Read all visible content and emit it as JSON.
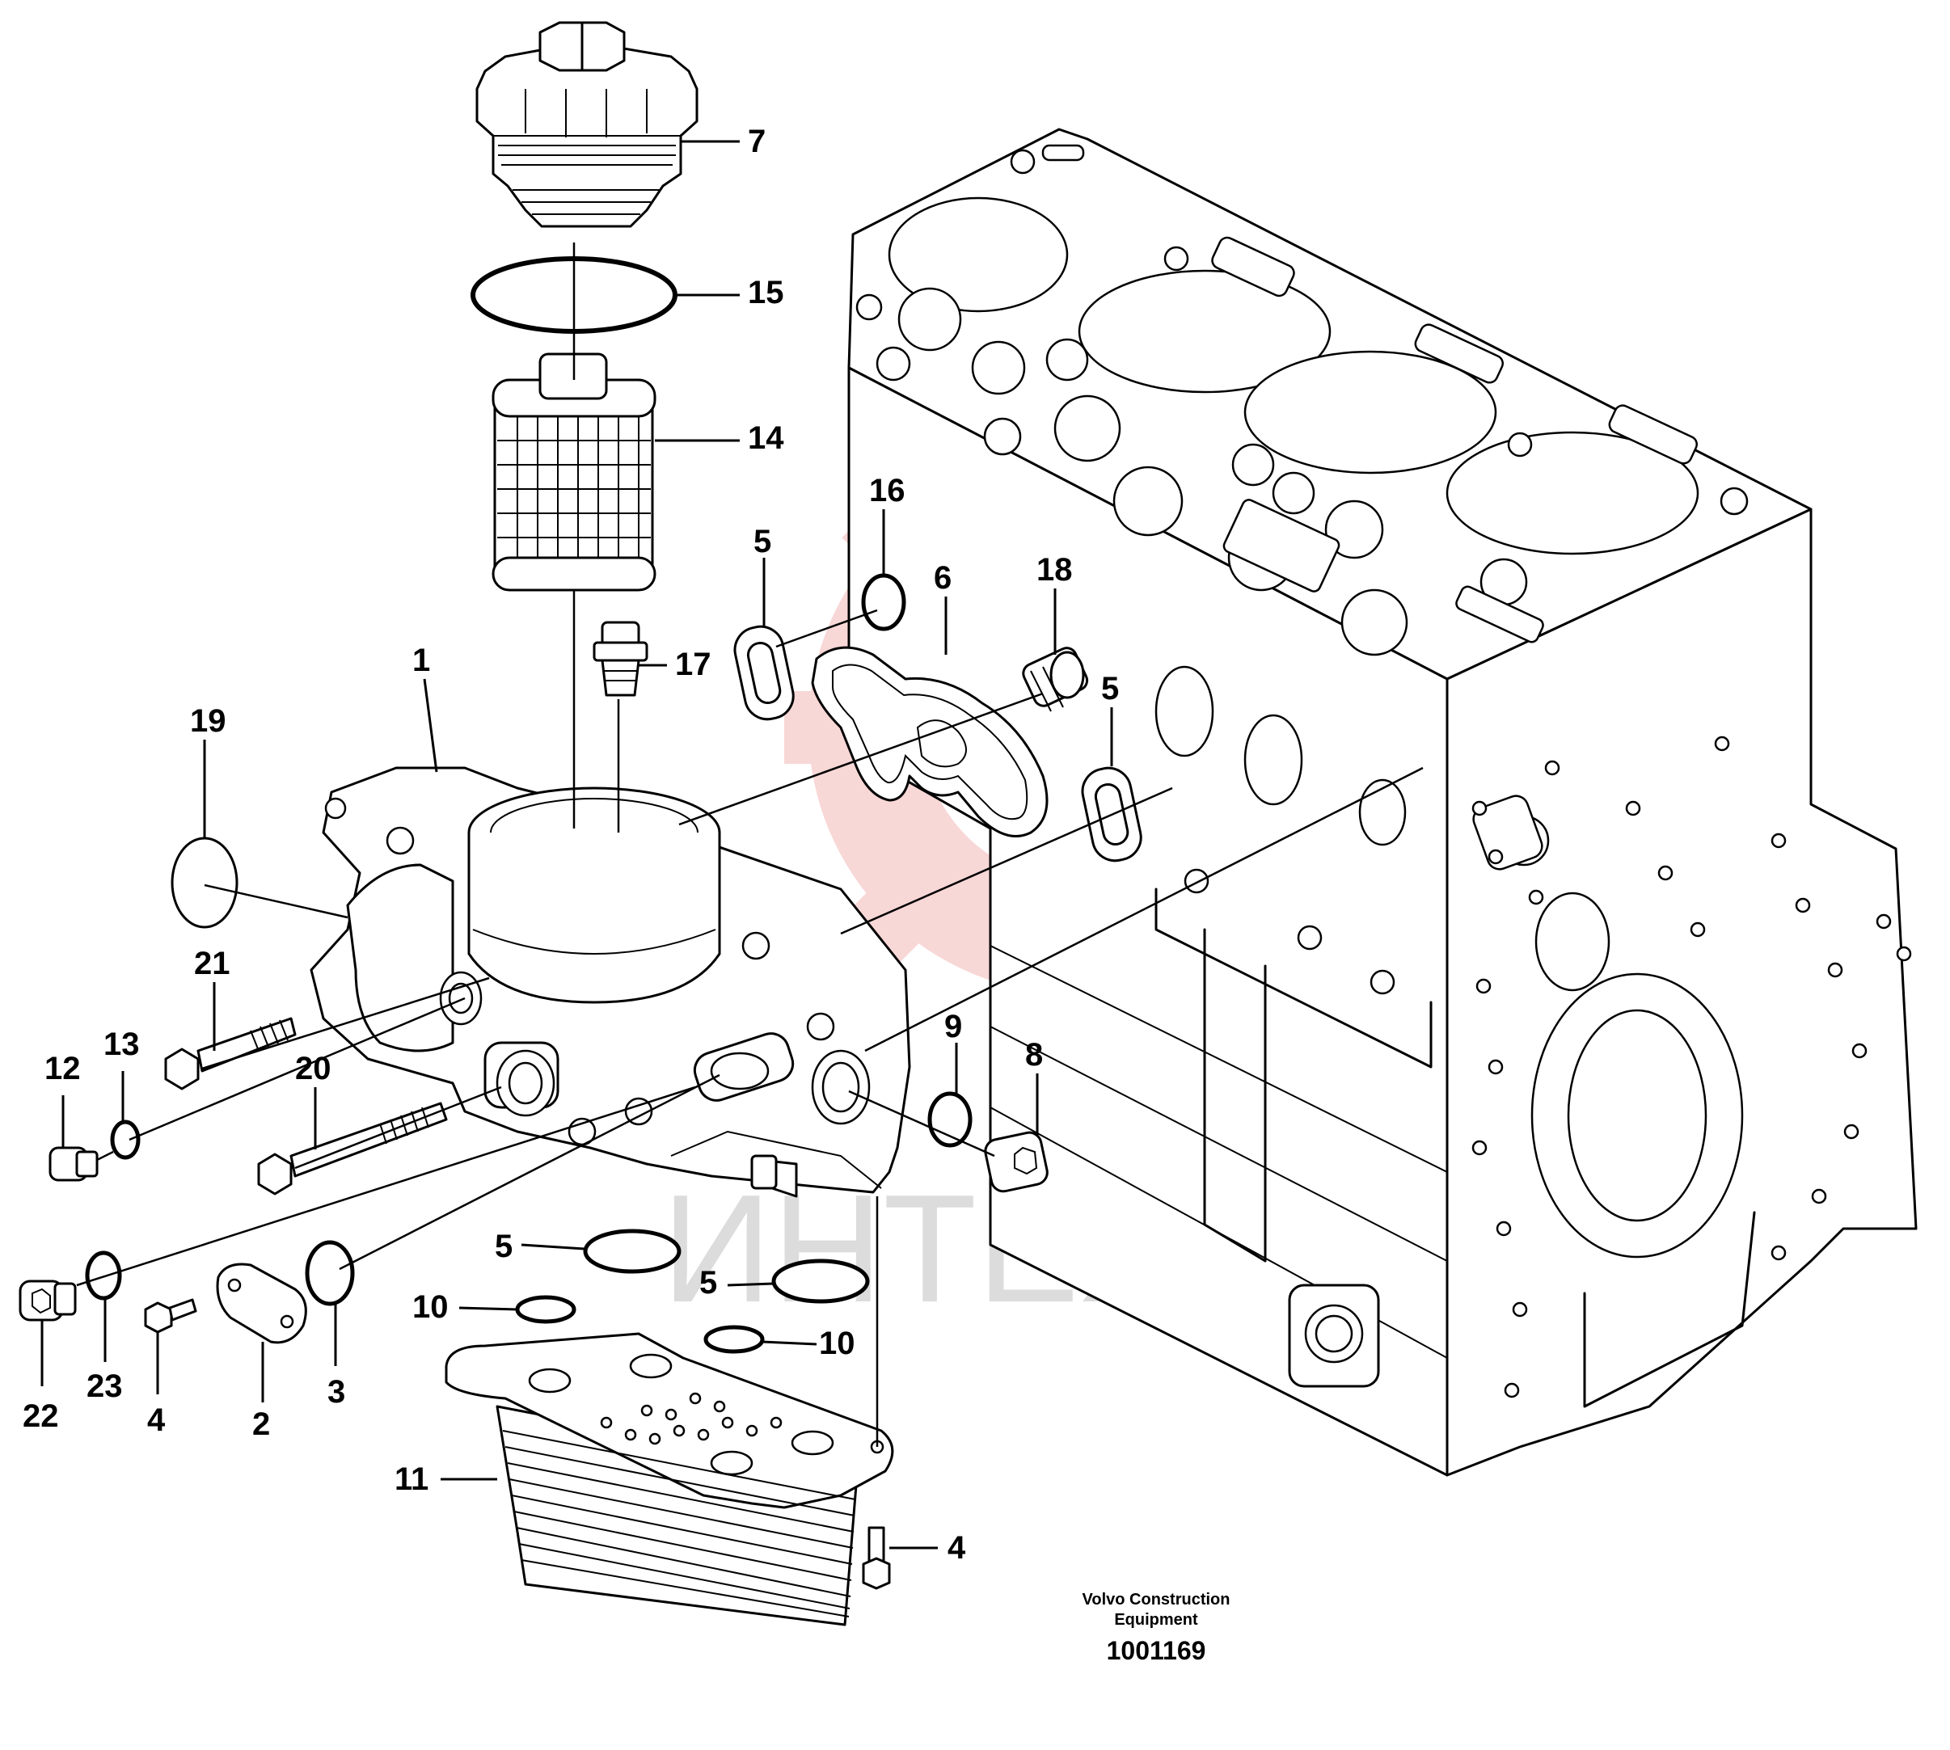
{
  "publisher": {
    "line1": "Volvo Construction",
    "line2": "Equipment"
  },
  "drawing_number": "1001169",
  "watermark": {
    "text": "ИНТЕХ",
    "gear_color": "#f4b8b8",
    "text_color": "#d8d8d8"
  },
  "callouts": {
    "c1": "1",
    "c2": "2",
    "c3": "3",
    "c4a": "4",
    "c4b": "4",
    "c5a": "5",
    "c5b": "5",
    "c5c": "5",
    "c5d": "5",
    "c6": "6",
    "c7": "7",
    "c8": "8",
    "c9": "9",
    "c10a": "10",
    "c10b": "10",
    "c11": "11",
    "c12": "12",
    "c13": "13",
    "c14": "14",
    "c15": "15",
    "c16": "16",
    "c17": "17",
    "c18": "18",
    "c19": "19",
    "c20": "20",
    "c21": "21",
    "c22": "22",
    "c23": "23"
  }
}
